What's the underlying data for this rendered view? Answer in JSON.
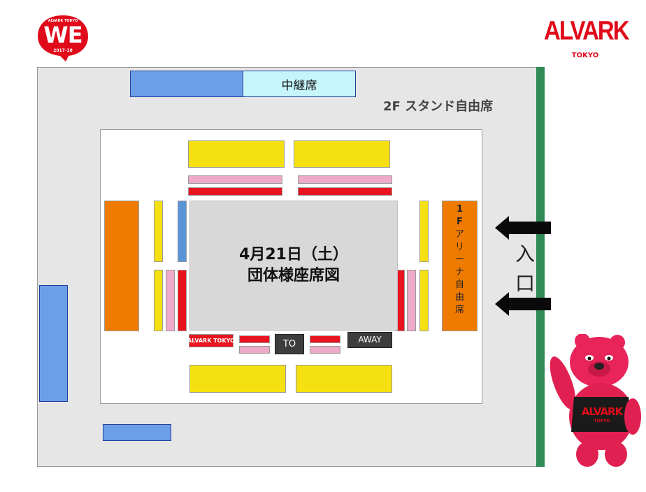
{
  "logos": {
    "we_main": "WE",
    "we_top": "ALVARK TOKYO",
    "we_bottom": "2017-18",
    "alvark_main": "ALVARK",
    "alvark_sub": "TOKYO"
  },
  "venue": {
    "broadcast_label": "中継席",
    "stand_label": "2F スタンド自由席",
    "title_line1": "4月21日（土）",
    "title_line2": "団体様座席図",
    "entrance_label": [
      "入",
      "口"
    ],
    "arena_free_seat_chars": [
      "1",
      "F",
      "ア",
      "リ",
      "ー",
      "ナ",
      "自",
      "由",
      "席"
    ],
    "home_banner": "ALVARK TOKYO",
    "to_label": "TO",
    "away_label": "AWAY"
  },
  "mascot": {
    "shirt_text": "ALVARK",
    "shirt_sub": "TOKYO"
  },
  "colors": {
    "general_seat": "#f5e011",
    "pink_seat": "#eeaac8",
    "red_seat": "#e8131e",
    "orange_seat": "#ef7a00",
    "blue_block": "#6d9ee8",
    "broadcast_cyan": "#c6f6fc",
    "court_gray": "#d8d8d8",
    "stand_gray": "#e6e6e6",
    "entrance_green": "#2f8a55",
    "brand_red": "#e00a1a"
  }
}
